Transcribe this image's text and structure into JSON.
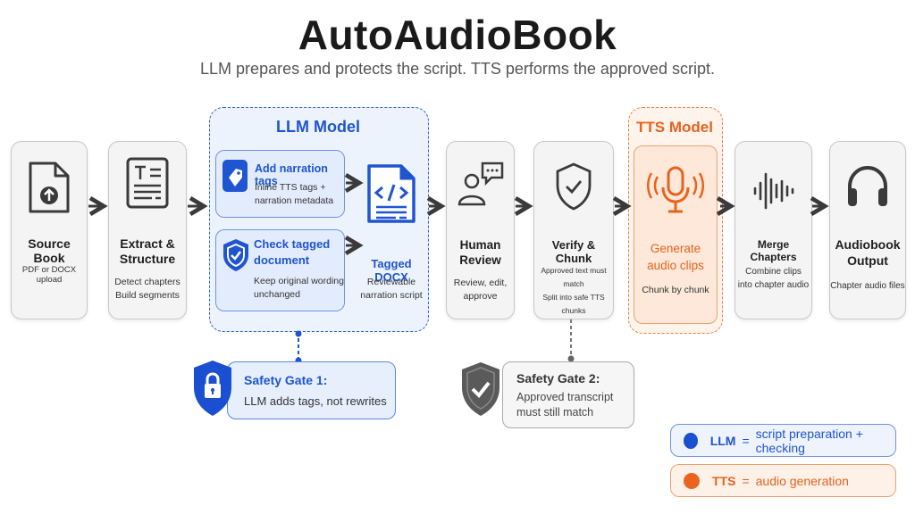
{
  "header": {
    "title": "AutoAudioBook",
    "subtitle": "LLM prepares and protects the script. TTS performs the approved script."
  },
  "steps": {
    "source": {
      "name": "Source Book",
      "desc": "PDF or DOCX upload",
      "icon": "file-upload-icon"
    },
    "extract": {
      "name_line1": "Extract &",
      "name_line2": "Structure",
      "desc_line1": "Detect chapters",
      "desc_line2": "Build segments",
      "icon": "text-document-icon"
    },
    "review": {
      "name_line1": "Human",
      "name_line2": "Review",
      "desc_line1": "Review, edit,",
      "desc_line2": "approve",
      "icon": "person-chat-icon"
    },
    "verify": {
      "name": "Verify & Chunk",
      "desc_line1": "Approved text must match",
      "desc_line2": "Split into safe TTS chunks",
      "icon": "shield-check-icon"
    },
    "merge": {
      "name": "Merge Chapters",
      "desc_line1": "Combine clips",
      "desc_line2": "into chapter audio",
      "icon": "waveform-icon"
    },
    "output": {
      "name_line1": "Audiobook",
      "name_line2": "Output",
      "desc": "Chapter audio files",
      "icon": "headphones-icon"
    }
  },
  "llm_group": {
    "title": "LLM Model",
    "tag_card": {
      "title": "Add narration tags",
      "desc_line1": "Inline TTS tags +",
      "desc_line2": "narration metadata",
      "icon": "tag-icon"
    },
    "check_card": {
      "title_line1": "Check tagged",
      "title_line2": "document",
      "desc_line1": "Keep original wording",
      "desc_line2": "unchanged",
      "icon": "shield-check-icon"
    },
    "tagged_docx": {
      "name": "Tagged DOCX",
      "desc_line1": "Reviewable",
      "desc_line2": "narration script",
      "icon": "code-document-icon"
    }
  },
  "tts_group": {
    "title": "TTS Model",
    "card": {
      "name_line1": "Generate",
      "name_line2": "audio clips",
      "desc": "Chunk by chunk",
      "icon": "microphone-icon"
    }
  },
  "gates": [
    {
      "title": "Safety Gate 1:",
      "desc": "LLM adds tags, not rewrites",
      "icon": "shield-lock-icon"
    },
    {
      "title": "Safety Gate 2:",
      "desc_line1": "Approved transcript",
      "desc_line2": "must still match",
      "icon": "shield-check-icon"
    }
  ],
  "legend": [
    {
      "key": "LLM",
      "eq": "=",
      "desc": "script preparation + checking",
      "color": "#1a4fd1"
    },
    {
      "key": "TTS",
      "eq": "=",
      "desc": "audio generation",
      "color": "#ea6420"
    }
  ],
  "colors": {
    "llm": "#1f55d0",
    "tts": "#e8621d",
    "neutral": "#3a3a3a"
  }
}
